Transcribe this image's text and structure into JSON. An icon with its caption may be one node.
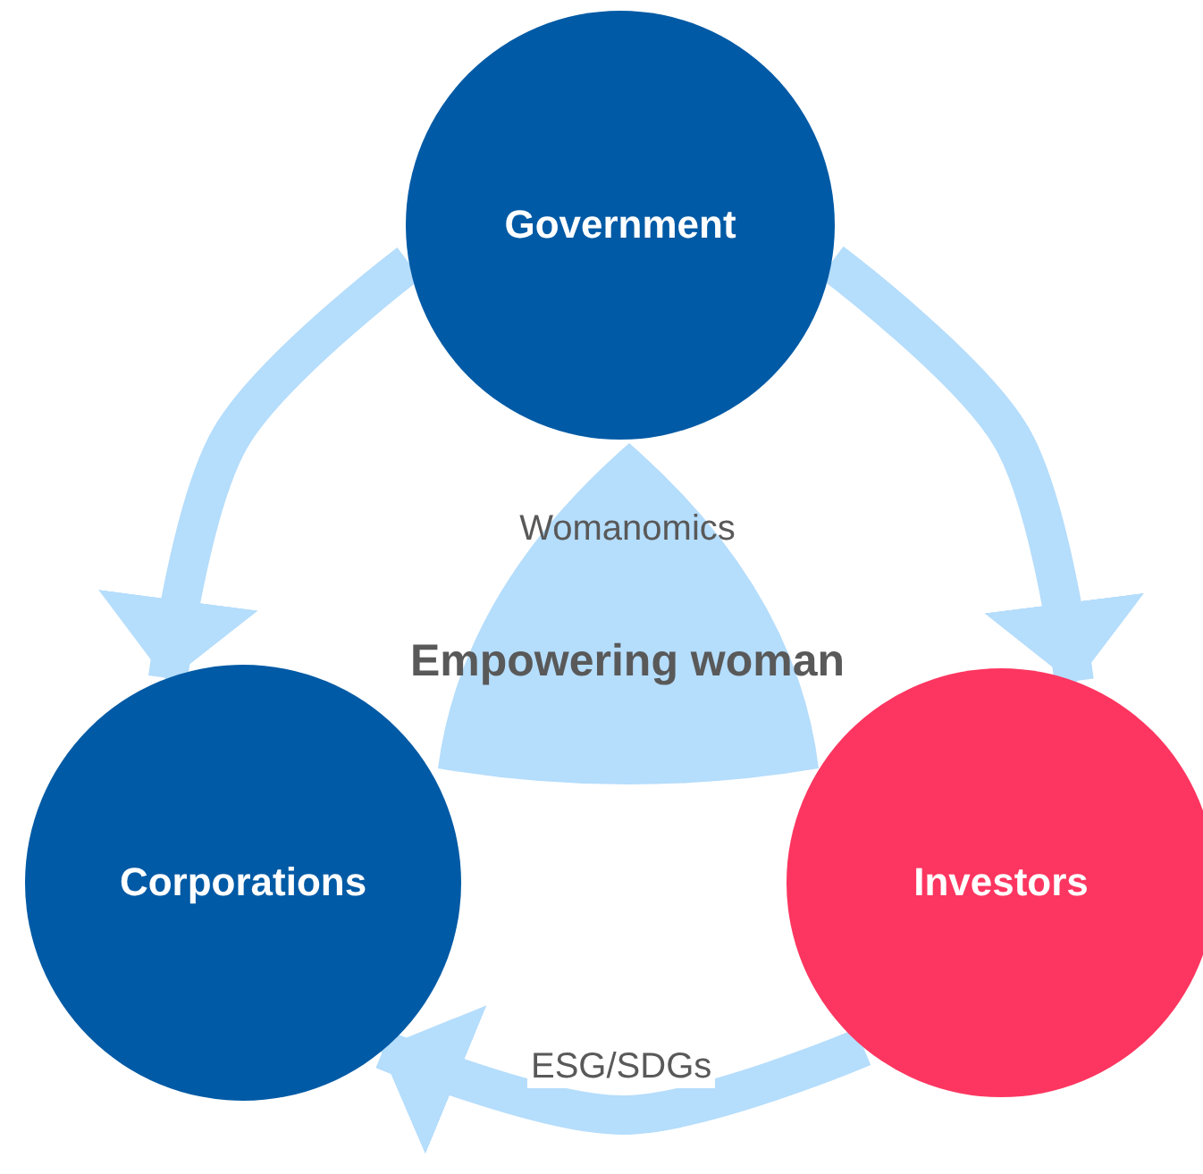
{
  "diagram": {
    "nodes": [
      {
        "text": [
          "Government"
        ]
      },
      {
        "text": [
          "Womanomics",
          "Empowering woman"
        ]
      },
      {
        "text": [
          "Corporations"
        ]
      },
      {
        "text": [
          "Investors"
        ]
      }
    ],
    "edges": [
      {
        "from": 0,
        "to": 2,
        "arrow": "to"
      },
      {
        "from": 0,
        "to": 3,
        "arrow": "to"
      },
      {
        "from": 3,
        "to": 2,
        "arrow": "to",
        "label": "ESG/SDGs"
      }
    ]
  }
}
